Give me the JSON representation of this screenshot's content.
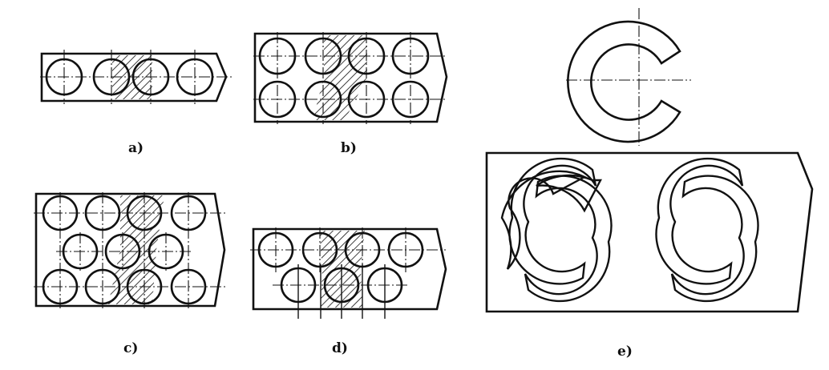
{
  "labels": {
    "a": "a)",
    "b": "b)",
    "c": "c)",
    "d": "d)",
    "e": "e)"
  },
  "colors": {
    "ink": "#111111",
    "paper": "#ffffff"
  }
}
